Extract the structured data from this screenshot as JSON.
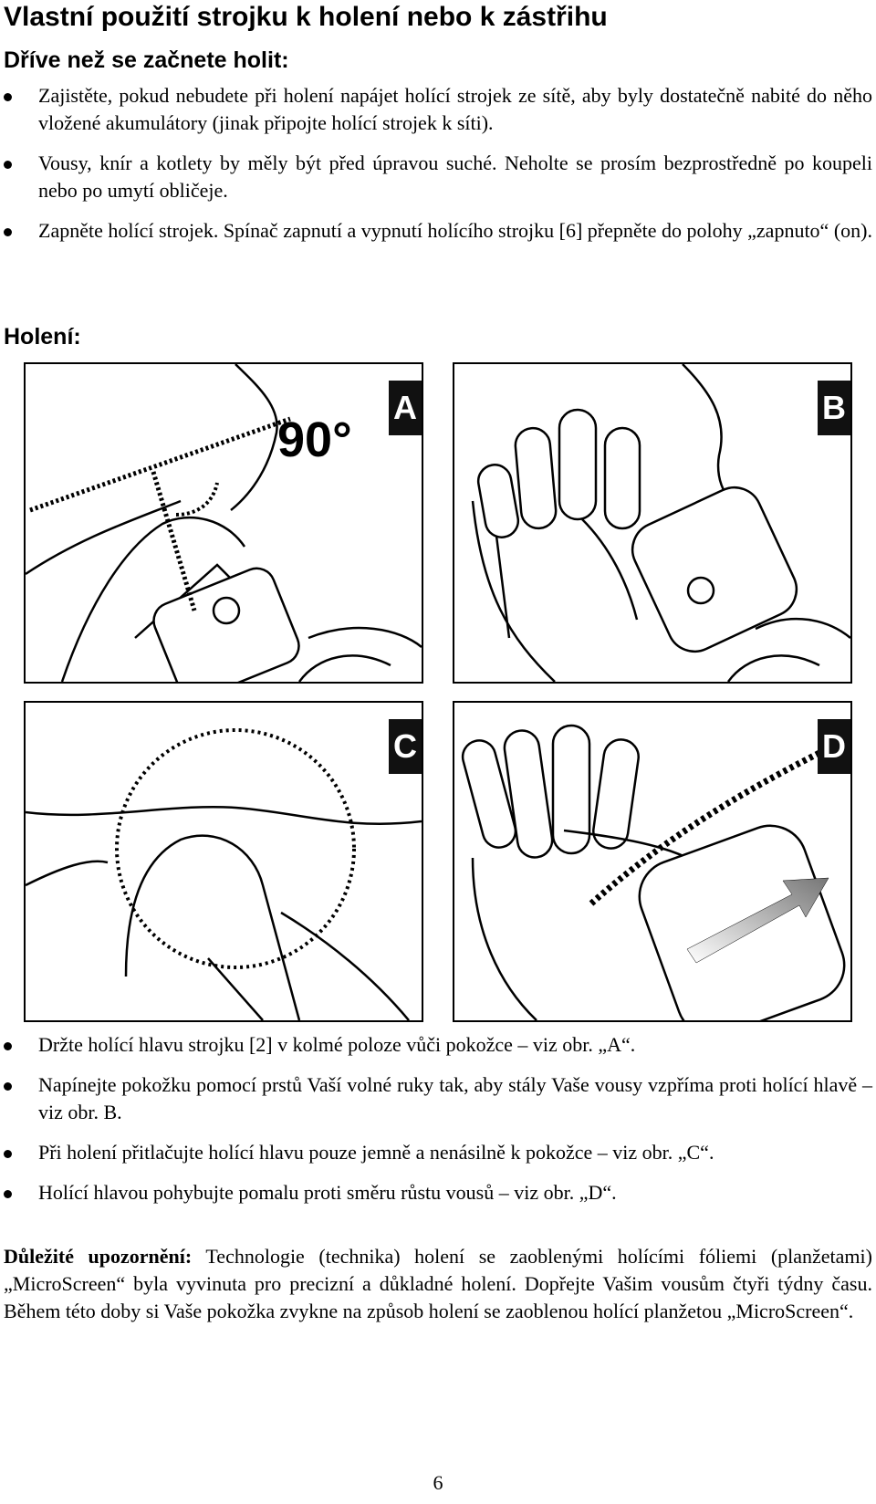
{
  "title": "Vlastní použití strojku k holení nebo k zástřihu",
  "before": {
    "heading": "Dříve než se začnete holit:",
    "items": [
      "Zajistěte, pokud nebudete při holení napájet holící strojek ze sítě, aby byly dostatečně nabité do něho vložené akumulátory (jinak připojte holící strojek k síti).",
      "Vousy, knír a kotlety by měly být před úpravou suché. Neholte se prosím bezprostředně po koupeli nebo po umytí obličeje.",
      "Zapněte holící strojek. Spínač zapnutí a vypnutí holícího strojku [6] přepněte do polohy „zapnuto“ (on)."
    ]
  },
  "shaving": {
    "heading": "Holení:",
    "figures": [
      {
        "label": "A",
        "angle_text": "90°"
      },
      {
        "label": "B"
      },
      {
        "label": "C"
      },
      {
        "label": "D"
      }
    ],
    "items": [
      "Držte holící hlavu strojku [2] v kolmé poloze vůči pokožce – viz obr. „A“.",
      "Napínejte pokožku pomocí prstů Vaší volné ruky tak, aby stály Vaše vousy vzpříma proti holící hlavě – viz obr. B.",
      "Při holení přitlačujte holící hlavu pouze jemně a nenásilně k pokožce – viz obr. „C“.",
      "Holící hlavou pohybujte pomalu proti směru růstu vousů – viz obr. „D“."
    ]
  },
  "note": {
    "label": "Důležité upozornění:",
    "text": " Technologie (technika) holení se zaoblenými holícími fóliemi (planžetami) „MicroScreen“ byla vyvinuta pro precizní a důkladné holení. Dopřejte Vašim vousům čtyři týdny času. Během této doby si Vaše pokožka zvykne na způsob holení se zaoblenou holící planžetou „MicroScreen“."
  },
  "page_number": "6"
}
